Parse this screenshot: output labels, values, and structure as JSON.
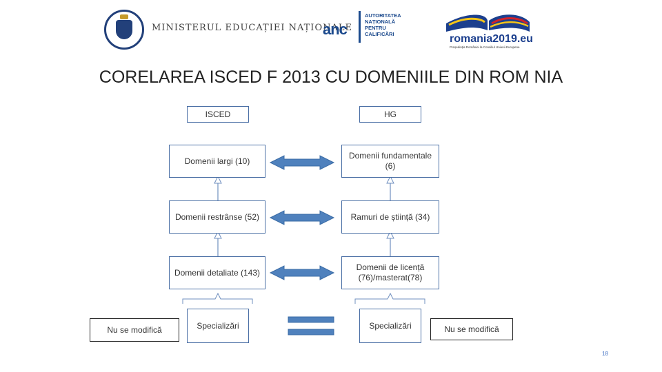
{
  "header": {
    "ministry": "MINISTERUL EDUCAȚIEI NAȚIONALE",
    "anc_logo": "anc",
    "anc_text": [
      "AUTORITATEA",
      "NAȚIONALĂ",
      "PENTRU",
      "CALIFICĂRI"
    ],
    "romania_logo": "romania2019.eu",
    "romania_sub": "Președinția României la Consiliul Uniunii Europene"
  },
  "title": "CORELAREA ISCED F 2013 CU DOMENIILE DIN ROM  NIA",
  "columns": {
    "isced": "ISCED",
    "hg": "HG"
  },
  "isced_boxes": [
    "Domenii largi  (10)",
    "Domenii restrânse (52)",
    "Domenii detaliate (143)",
    "Specializări"
  ],
  "hg_boxes": [
    "Domenii fundamentale (6)",
    "Ramuri de știință (34)",
    "Domenii de licență (76)/masterat(78)",
    "Specializări"
  ],
  "side_notes": {
    "left": "Nu se modifică",
    "right": "Nu se modifică"
  },
  "page_number": "18"
}
